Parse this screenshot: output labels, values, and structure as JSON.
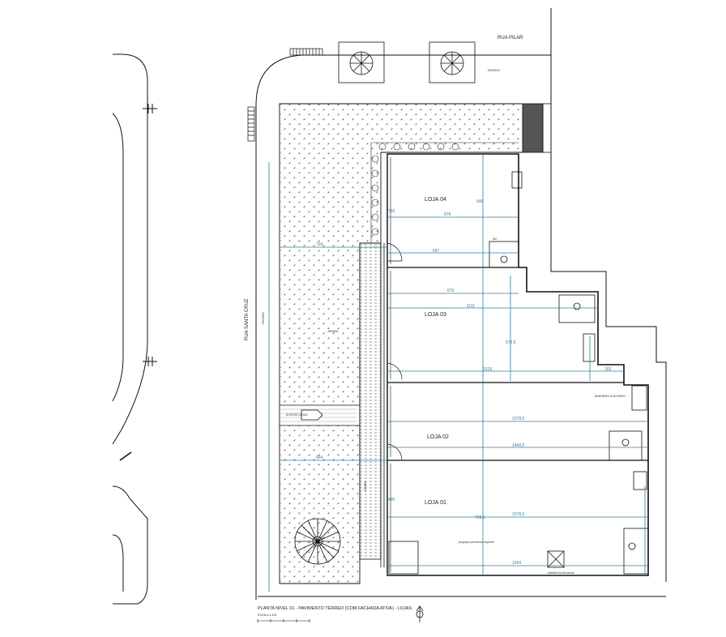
{
  "drawing": {
    "title": "PLANTA NÍVEL 01 - PAVIMENTO TÉRREO (COM FACHADA ATIVA) - LOJAS",
    "scale_label": "ESCALA 1:100"
  },
  "streets": {
    "top": "RUA PILAR",
    "left": "RUA SANTA CRUZ",
    "top_sidewalk": "PASSEIO",
    "left_sidewalk": "PASSEIO"
  },
  "stores": [
    {
      "name": "LOJA 04"
    },
    {
      "name": "LOJA 03"
    },
    {
      "name": "LOJA 02"
    },
    {
      "name": "LOJA 01"
    }
  ],
  "annotations": {
    "entrance": "ACESSO LOJAS",
    "garden": "JARDIM",
    "ramp": "RAMPA",
    "wc": "WC",
    "wc_note": "BANHEIRO ACESSÍVEL",
    "projection": "projeção pavimento superior",
    "lift": "plataforma elevatória"
  },
  "dimensions": {
    "loja04_width": "676",
    "loja04_bottom": "667",
    "loja04_right": "546",
    "loja03_top": "676",
    "loja03_mid": "1111",
    "loja03_bottom": "1319",
    "loja03_right": "579,5",
    "loja03_side": "163",
    "loja02_mid": "1078,5",
    "loja02_bottom": "1440,5",
    "loja01_mid": "1078,5",
    "loja01_bottom": "1243",
    "height_710": "710",
    "height_480": "480",
    "height_798": "798,5",
    "left_724": "724",
    "left_664": "664"
  },
  "colors": {
    "line": "#111111",
    "dimension": "#2a7f9a",
    "hatch": "#444444"
  }
}
